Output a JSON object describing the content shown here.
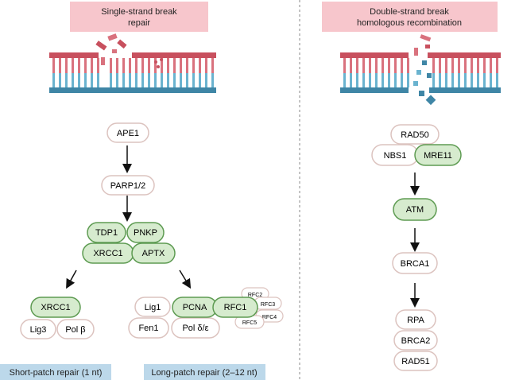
{
  "ssb": {
    "title_line1": "Single-strand break",
    "title_line2": "repair",
    "nodes": {
      "ape1": "APE1",
      "parp": "PARP1/2",
      "tdp1": "TDP1",
      "pnkp": "PNKP",
      "xrcc1_top": "XRCC1",
      "aptx": "APTX",
      "xrcc1_short": "XRCC1",
      "lig3": "Lig3",
      "polb": "Pol β",
      "lig1": "Lig1",
      "pcna": "PCNA",
      "rfc1": "RFC1",
      "rfc2": "RFC2",
      "rfc3": "RFC3",
      "rfc4": "RFC4",
      "rfc5": "RFC5",
      "fen1": "Fen1",
      "pold": "Pol δ/ε"
    },
    "short_patch_label": "Short-patch repair (1 nt)",
    "long_patch_label": "Long-patch repair (2–12 nt)"
  },
  "dsb": {
    "title_line1": "Double-strand break",
    "title_line2": "homologous recombination",
    "nodes": {
      "rad50": "RAD50",
      "nbs1": "NBS1",
      "mre11": "MRE11",
      "atm": "ATM",
      "brca1": "BRCA1",
      "rpa": "RPA",
      "brca2": "BRCA2",
      "rad51": "RAD51"
    }
  },
  "colors": {
    "title_bg": "#f7c6cc",
    "strand_red": "#c8505e",
    "strand_blue": "#3f86a6",
    "rung_red": "#d9727e",
    "rung_blue": "#6ab3cf",
    "pill_white_fill": "#ffffff",
    "pill_white_stroke": "#dcc3bf",
    "pill_green_fill": "#d6ebce",
    "pill_green_stroke": "#5e9b52",
    "label_bg": "#bcd8ea"
  }
}
